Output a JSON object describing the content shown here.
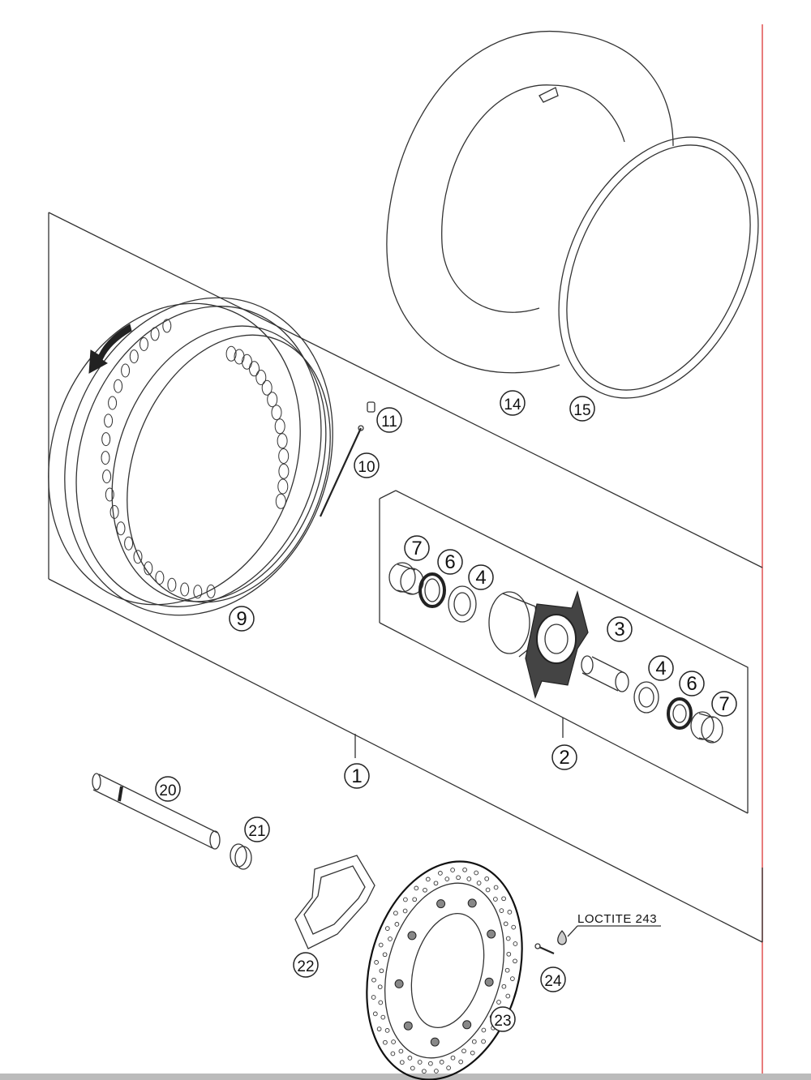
{
  "diagram": {
    "note": "LOCTITE 243",
    "callouts": [
      {
        "id": "c1",
        "label": "1"
      },
      {
        "id": "c2",
        "label": "2"
      },
      {
        "id": "c3",
        "label": "3"
      },
      {
        "id": "c4a",
        "label": "4"
      },
      {
        "id": "c4b",
        "label": "4"
      },
      {
        "id": "c6a",
        "label": "6"
      },
      {
        "id": "c6b",
        "label": "6"
      },
      {
        "id": "c7a",
        "label": "7"
      },
      {
        "id": "c7b",
        "label": "7"
      },
      {
        "id": "c9",
        "label": "9"
      },
      {
        "id": "c10",
        "label": "10"
      },
      {
        "id": "c11",
        "label": "11"
      },
      {
        "id": "c14",
        "label": "14"
      },
      {
        "id": "c15",
        "label": "15"
      },
      {
        "id": "c20",
        "label": "20"
      },
      {
        "id": "c21",
        "label": "21"
      },
      {
        "id": "c22",
        "label": "22"
      },
      {
        "id": "c23",
        "label": "23"
      },
      {
        "id": "c24",
        "label": "24"
      }
    ],
    "colors": {
      "line": "#333333",
      "border_mark": "#e05050"
    }
  }
}
